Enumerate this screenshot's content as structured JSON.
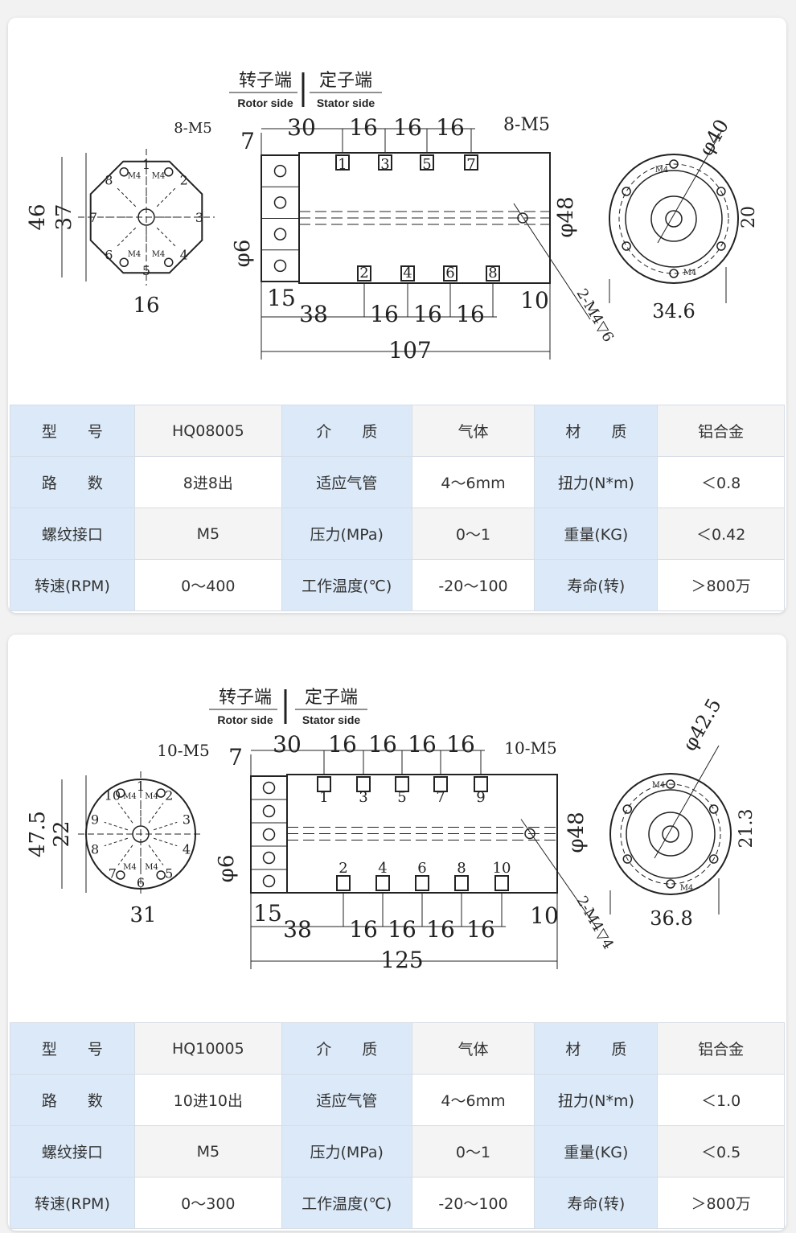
{
  "products": [
    {
      "drawing": {
        "rotor_cn": "转子端",
        "rotor_en": "Rotor side",
        "stator_cn": "定子端",
        "stator_en": "Stator side",
        "left_view": [
          "8-M5",
          "46",
          "37",
          "16"
        ],
        "left_ports": [
          "1",
          "2",
          "3",
          "4",
          "5",
          "6",
          "7",
          "8"
        ],
        "left_m4": [
          "M4",
          "M4",
          "M4",
          "M4"
        ],
        "side_view": [
          "7",
          "30",
          "16",
          "16",
          "16",
          "8-M5",
          "φ6",
          "15",
          "38",
          "16",
          "16",
          "16",
          "10",
          "107",
          "φ48",
          "2-M4▽6"
        ],
        "side_ports": [
          "1",
          "3",
          "5",
          "7",
          "2",
          "4",
          "6",
          "8"
        ],
        "end_view": [
          "φ40",
          "20",
          "34.6",
          "M4",
          "M4"
        ]
      },
      "specs": [
        [
          "型　　号",
          "HQ08005",
          "介　　质",
          "气体",
          "材　　质",
          "铝合金"
        ],
        [
          "路　　数",
          "8进8出",
          "适应气管",
          "4～6mm",
          "扭力(N*m)",
          "＜0.8"
        ],
        [
          "螺纹接口",
          "M5",
          "压力(MPa)",
          "0～1",
          "重量(KG)",
          "＜0.42"
        ],
        [
          "转速(RPM)",
          "0～400",
          "工作温度(℃)",
          "-20～100",
          "寿命(转)",
          "＞800万"
        ]
      ]
    },
    {
      "drawing": {
        "rotor_cn": "转子端",
        "rotor_en": "Rotor side",
        "stator_cn": "定子端",
        "stator_en": "Stator side",
        "left_view": [
          "10-M5",
          "47.5",
          "22",
          "31"
        ],
        "left_ports": [
          "1",
          "2",
          "3",
          "4",
          "5",
          "6",
          "7",
          "8",
          "9",
          "10"
        ],
        "left_m4": [
          "M4",
          "M4",
          "M4",
          "M4"
        ],
        "side_view": [
          "7",
          "30",
          "16",
          "16",
          "16",
          "16",
          "10-M5",
          "φ6",
          "15",
          "38",
          "16",
          "16",
          "16",
          "16",
          "10",
          "125",
          "φ48",
          "2-M4▽4"
        ],
        "side_ports": [
          "1",
          "3",
          "5",
          "7",
          "9",
          "2",
          "4",
          "6",
          "8",
          "10"
        ],
        "end_view": [
          "φ42.5",
          "21.3",
          "36.8",
          "M4",
          "M4"
        ]
      },
      "specs": [
        [
          "型　　号",
          "HQ10005",
          "介　　质",
          "气体",
          "材　　质",
          "铝合金"
        ],
        [
          "路　　数",
          "10进10出",
          "适应气管",
          "4～6mm",
          "扭力(N*m)",
          "＜1.0"
        ],
        [
          "螺纹接口",
          "M5",
          "压力(MPa)",
          "0～1",
          "重量(KG)",
          "＜0.5"
        ],
        [
          "转速(RPM)",
          "0～300",
          "工作温度(℃)",
          "-20～100",
          "寿命(转)",
          "＞800万"
        ]
      ]
    }
  ]
}
